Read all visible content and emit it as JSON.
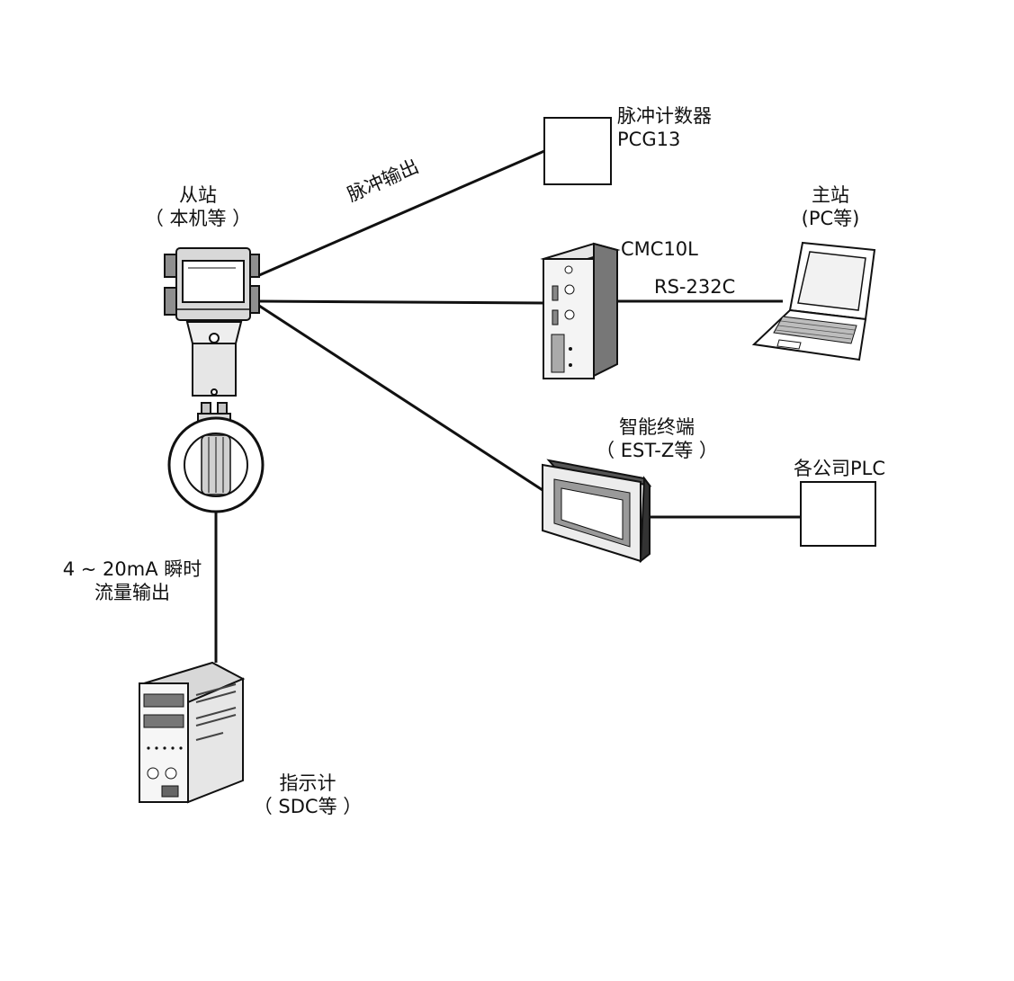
{
  "slave": {
    "line1": "从站",
    "line2": "（ 本机等 ）"
  },
  "pulse_output": "脉冲输出",
  "pulse_counter": {
    "line1": "脉冲计数器",
    "line2": "PCG13"
  },
  "cmc10l": "CMC10L",
  "rs232c": "RS-232C",
  "master": {
    "line1": "主站",
    "line2": "(PC等)"
  },
  "smart_terminal": {
    "line1": "智能终端",
    "line2": "（ EST-Z等 ）"
  },
  "plc": "各公司PLC",
  "analog_output": {
    "line1": "4 ~ 20mA 瞬时",
    "line2": "流量输出"
  },
  "indicator": {
    "line1": "指示计",
    "line2": "（ SDC等 ）"
  }
}
